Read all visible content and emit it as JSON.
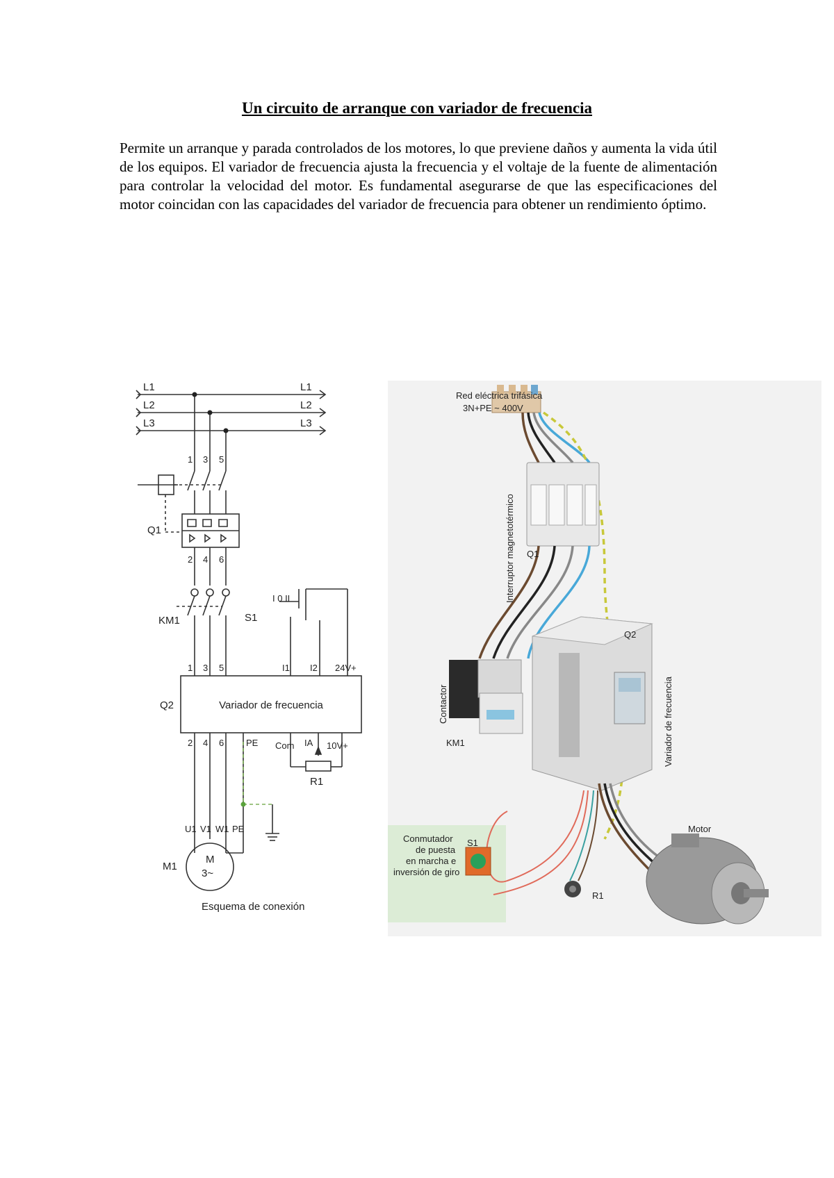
{
  "document": {
    "title": "Un circuito de arranque con variador de frecuencia",
    "paragraph": "Permite un arranque y parada controlados de los motores, lo que previene daños y aumenta la vida útil de los equipos. El variador de frecuencia ajusta la frecuencia y el voltaje de la fuente de alimentación para controlar la velocidad del motor. Es fundamental asegurarse de que las especificaciones del motor coincidan con las capacidades del variador de frecuencia para obtener un rendimiento óptimo."
  },
  "schematic": {
    "lines": [
      "L1",
      "L2",
      "L3"
    ],
    "q1": "Q1",
    "km1": "KM1",
    "s1": "S1",
    "s1_positions": "I 0 II",
    "q2": "Q2",
    "drive_label": "Variador de frecuencia",
    "drive_top_terminals": [
      "1",
      "3",
      "5",
      "I1",
      "I2",
      "24V+"
    ],
    "drive_bottom_terminals": [
      "2",
      "4",
      "6",
      "PE",
      "Com",
      "IA",
      "10V+"
    ],
    "top_terminals": [
      "1",
      "3",
      "5"
    ],
    "mid_terminals": [
      "2",
      "4",
      "6"
    ],
    "motor_terminals": [
      "U1",
      "V1",
      "W1",
      "PE"
    ],
    "r1": "R1",
    "m1": "M1",
    "motor_symbol_m": "M",
    "motor_symbol_3": "3~",
    "caption": "Esquema de conexión"
  },
  "installation": {
    "supply_line1": "Red eléctrica trifásica",
    "supply_line2": "3N+PE ~ 400V",
    "breaker_label": "Interruptor magnetotérmico",
    "breaker_id": "Q1",
    "drive_id": "Q2",
    "drive_label": "Variador de frecuencia",
    "contactor_label": "Contactor",
    "contactor_id": "KM1",
    "switch_line1": "Conmutador",
    "switch_line2": "de puesta",
    "switch_line3": "en marcha e",
    "switch_line4": "inversión de giro",
    "switch_id": "S1",
    "pot_id": "R1",
    "motor_label": "Motor"
  }
}
